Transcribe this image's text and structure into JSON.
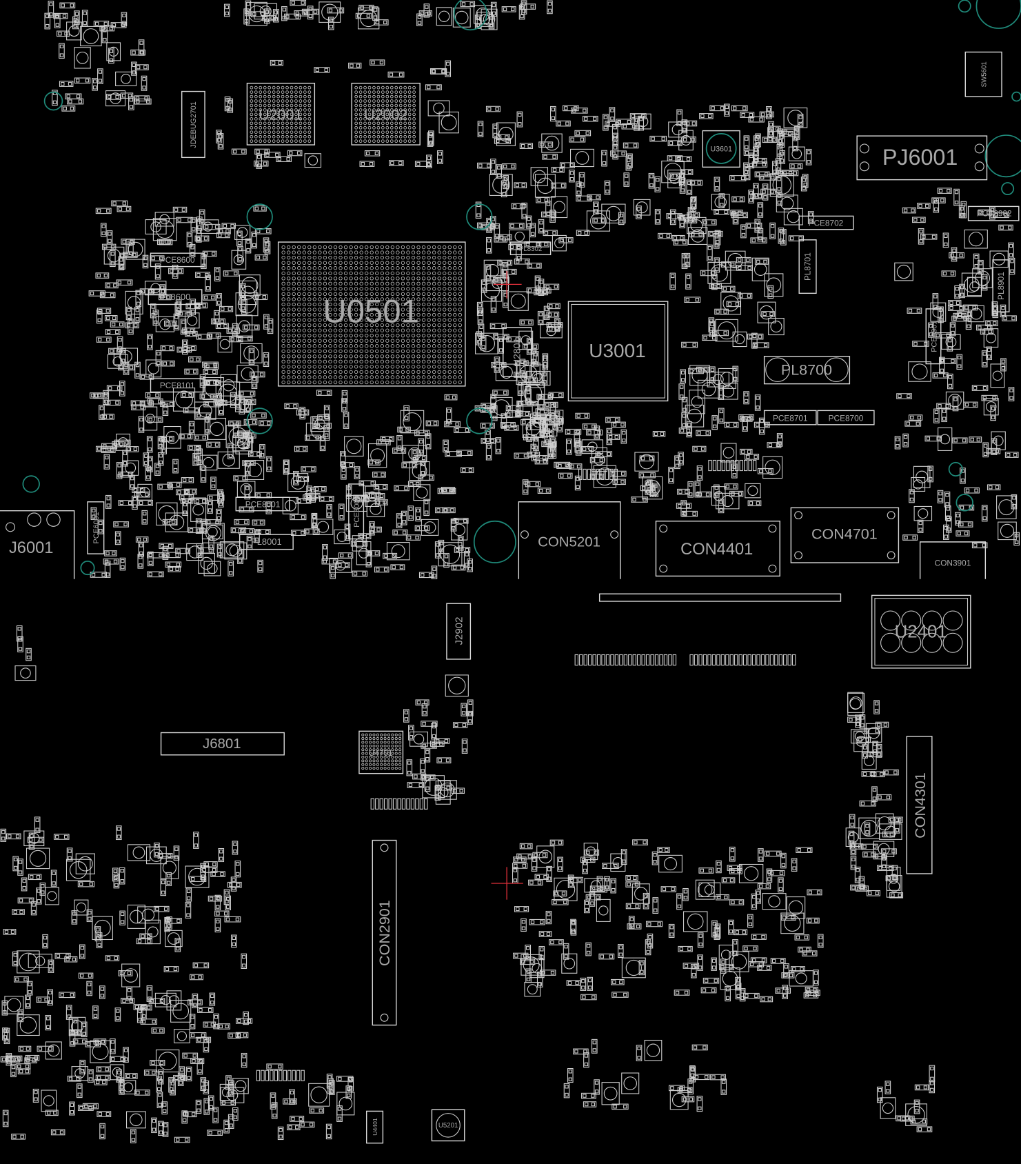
{
  "view": {
    "title": "PCB boardview - top layer"
  },
  "colors": {
    "background": "#000000",
    "outline": "#d9d9d9",
    "label": "#a9a9a9",
    "mounting_hole": "#1f8a7a",
    "cursor": "#e0303a"
  },
  "components": {
    "u0501": "U0501",
    "u3001": "U3001",
    "u2001": "U2001",
    "u2002": "U2002",
    "jdebug2701": "JDEBUG2701",
    "pj6001": "PJ6001",
    "u3601": "U3601",
    "pl8700": "PL8700",
    "pce8701": "PCE8701",
    "pce8700": "PCE8700",
    "pce8702": "PCE8702",
    "pl8701": "PL8701",
    "pce8902": "PCE8902",
    "pl8901": "PL8901",
    "pce8901": "PCE8901",
    "sw5601": "SW5601",
    "pl8600": "PL8600",
    "pce8600": "PCE8600",
    "pce8101": "PCE8101",
    "pce8001": "PCE8001",
    "pl8001": "PL8001",
    "pce6001": "PCE6001",
    "pce8002": "PCE8002",
    "pl8302": "PL8302",
    "u2801": "U2801",
    "j6001": "J6001",
    "con5201": "CON5201",
    "con4401": "CON4401",
    "con4701": "CON4701",
    "con3901": "CON3901",
    "u2401": "U2401",
    "j2902": "J2902",
    "j6801": "J6801",
    "u4701": "U4701",
    "con2901": "CON2901",
    "con4301": "CON4301",
    "u5201": "U5201",
    "u4401": "U4401"
  }
}
